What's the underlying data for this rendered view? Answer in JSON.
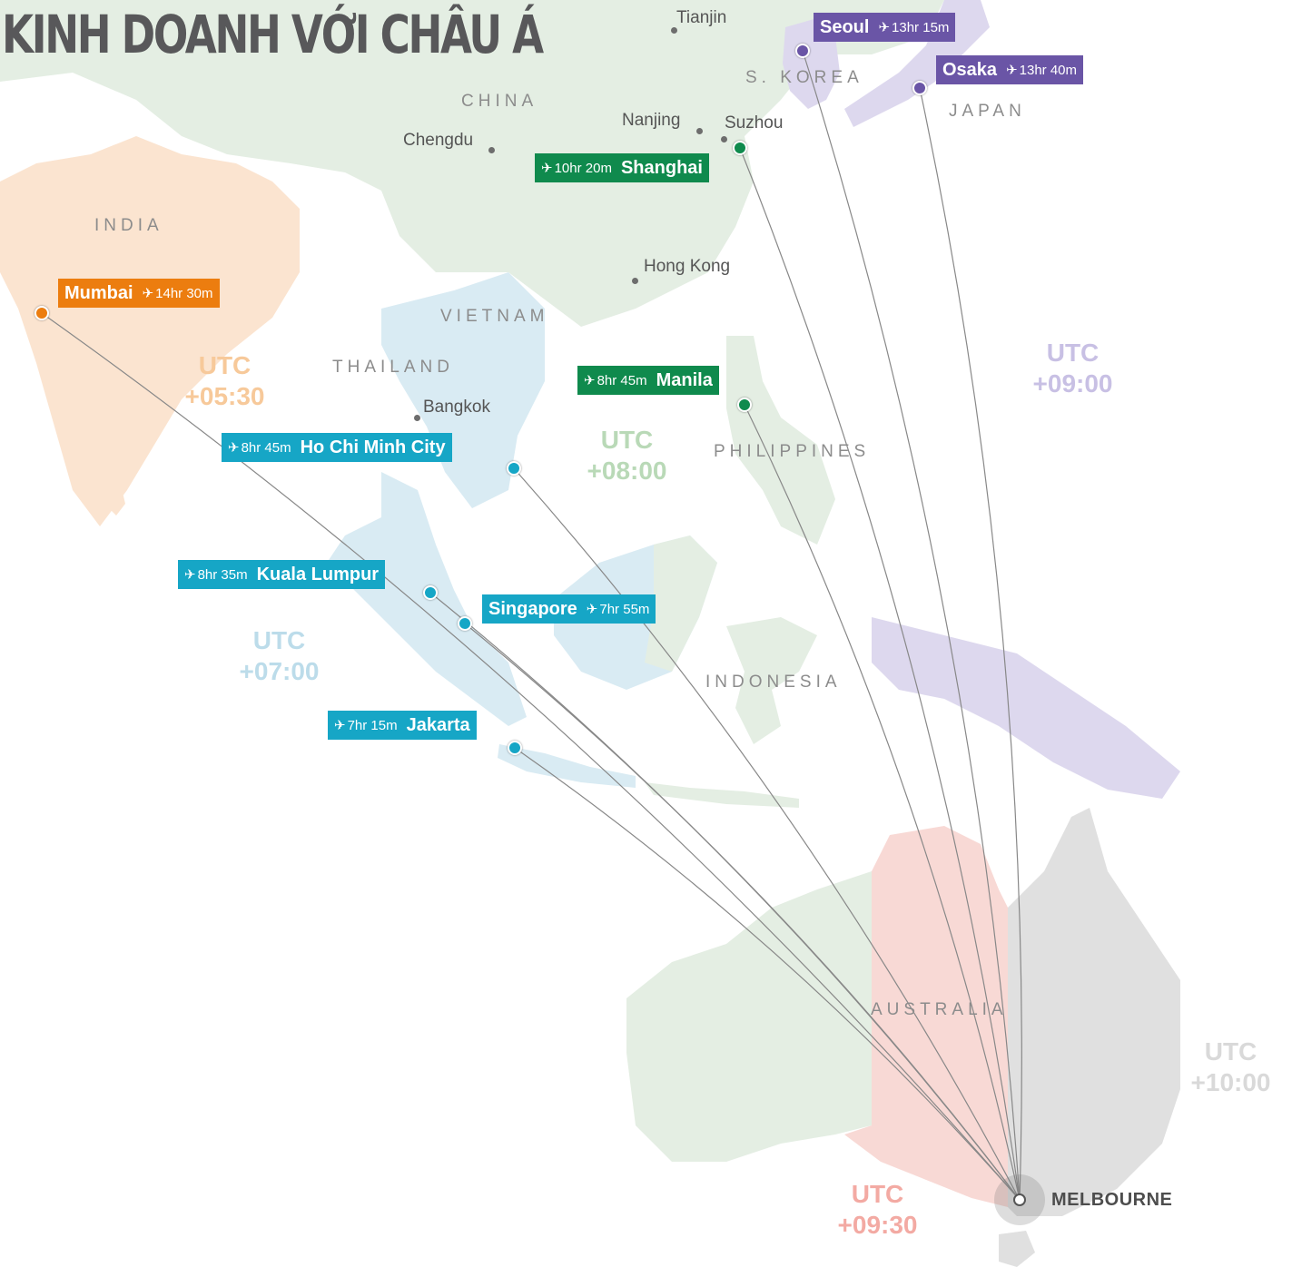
{
  "title": "KINH DOANH VỚI CHÂU Á",
  "regions": [
    {
      "id": "china",
      "label": "CHINA"
    },
    {
      "id": "india",
      "label": "INDIA"
    },
    {
      "id": "s-korea",
      "label": "S. KOREA"
    },
    {
      "id": "japan",
      "label": "JAPAN"
    },
    {
      "id": "vietnam",
      "label": "VIETNAM"
    },
    {
      "id": "thailand",
      "label": "THAILAND"
    },
    {
      "id": "philippines",
      "label": "PHILIPPINES"
    },
    {
      "id": "indonesia",
      "label": "INDONESIA"
    },
    {
      "id": "australia",
      "label": "AUSTRALIA"
    }
  ],
  "cities": [
    {
      "id": "tianjin",
      "label": "Tianjin"
    },
    {
      "id": "nanjing",
      "label": "Nanjing"
    },
    {
      "id": "suzhou",
      "label": "Suzhou"
    },
    {
      "id": "chengdu",
      "label": "Chengdu"
    },
    {
      "id": "hong-kong",
      "label": "Hong Kong"
    },
    {
      "id": "bangkok",
      "label": "Bangkok"
    }
  ],
  "timezones": [
    {
      "id": "tz-0530",
      "line1": "UTC",
      "line2": "+05:30",
      "color": "#f7c99a"
    },
    {
      "id": "tz-0700",
      "line1": "UTC",
      "line2": "+07:00",
      "color": "#bcdcea"
    },
    {
      "id": "tz-0800",
      "line1": "UTC",
      "line2": "+08:00",
      "color": "#b9d9b7"
    },
    {
      "id": "tz-0900",
      "line1": "UTC",
      "line2": "+09:00",
      "color": "#c8c0e4"
    },
    {
      "id": "tz-0930",
      "line1": "UTC",
      "line2": "+09:30",
      "color": "#f3aaa3"
    },
    {
      "id": "tz-1000",
      "line1": "UTC",
      "line2": "+10:00",
      "color": "#d9d9d9"
    }
  ],
  "destinations": [
    {
      "id": "seoul",
      "name": "Seoul",
      "duration": "13hr 15m",
      "color": "#6a55a6"
    },
    {
      "id": "osaka",
      "name": "Osaka",
      "duration": "13hr 40m",
      "color": "#6a55a6"
    },
    {
      "id": "shanghai",
      "name": "Shanghai",
      "duration": "10hr 20m",
      "color": "#0f8a4d"
    },
    {
      "id": "mumbai",
      "name": "Mumbai",
      "duration": "14hr 30m",
      "color": "#ec7d0f"
    },
    {
      "id": "manila",
      "name": "Manila",
      "duration": "8hr 45m",
      "color": "#0f8a4d"
    },
    {
      "id": "ho-chi-minh",
      "name": "Ho Chi Minh City",
      "duration": "8hr 45m",
      "color": "#16a6c6"
    },
    {
      "id": "kuala-lumpur",
      "name": "Kuala Lumpur",
      "duration": "8hr 35m",
      "color": "#16a6c6"
    },
    {
      "id": "singapore",
      "name": "Singapore",
      "duration": "7hr 55m",
      "color": "#16a6c6"
    },
    {
      "id": "jakarta",
      "name": "Jakarta",
      "duration": "7hr 15m",
      "color": "#16a6c6"
    }
  ],
  "hub": {
    "label": "MELBOURNE"
  },
  "icons": {
    "plane": "plane-icon"
  },
  "colors": {
    "route_line": "#888888",
    "land_base": "#e8efe6",
    "title": "#58585a"
  }
}
